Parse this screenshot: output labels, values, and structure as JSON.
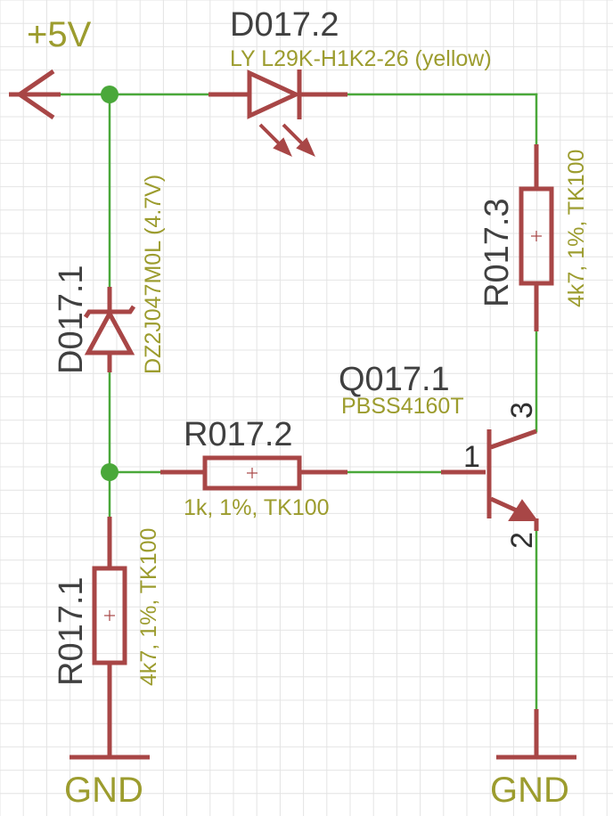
{
  "supplies": {
    "vcc_label": "+5V",
    "gnd_left_label": "GND",
    "gnd_right_label": "GND"
  },
  "components": {
    "d017_2": {
      "name": "D017.2",
      "value": "LY L29K-H1K2-26 (yellow)"
    },
    "d017_1": {
      "name": "D017.1",
      "value": "DZ2J047M0L (4.7V)"
    },
    "r017_3": {
      "name": "R017.3",
      "value": "4k7, 1%, TK100"
    },
    "q017_1": {
      "name": "Q017.1",
      "value": "PBSS4160T",
      "pin_base": "1",
      "pin_emitter": "2",
      "pin_collector": "3"
    },
    "r017_2": {
      "name": "R017.2",
      "value": "1k, 1%, TK100"
    },
    "r017_1": {
      "name": "R017.1",
      "value": "4k7, 1%, TK100"
    }
  },
  "colors": {
    "wire": "#4aa83a",
    "symbol": "#a84646",
    "name_text": "#404040",
    "value_text": "#9c9c2e",
    "grid": "#e4e4e4"
  }
}
